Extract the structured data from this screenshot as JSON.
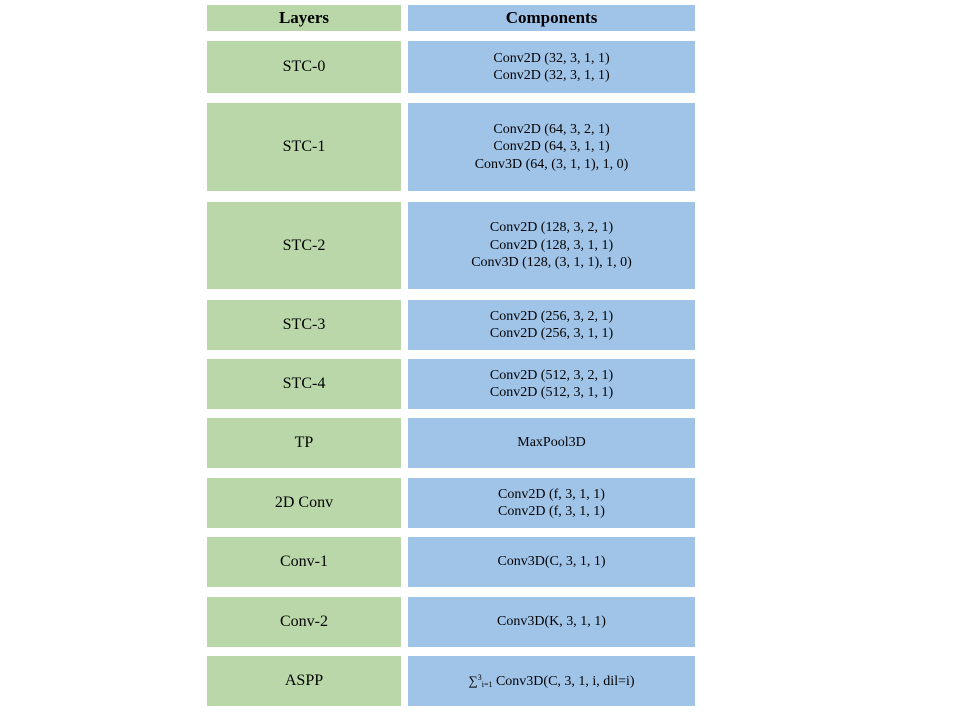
{
  "header": {
    "layers": "Layers",
    "components": "Components"
  },
  "rows": [
    {
      "layer": "STC-0",
      "components": [
        "Conv2D (32, 3, 1, 1)",
        "Conv2D (32, 3, 1, 1)"
      ]
    },
    {
      "layer": "STC-1",
      "components": [
        "Conv2D (64, 3, 2, 1)",
        "Conv2D (64, 3, 1, 1)",
        "Conv3D (64, (3, 1, 1), 1, 0)"
      ]
    },
    {
      "layer": "STC-2",
      "components": [
        "Conv2D (128, 3, 2, 1)",
        "Conv2D (128, 3, 1, 1)",
        "Conv3D (128, (3, 1, 1), 1, 0)"
      ]
    },
    {
      "layer": "STC-3",
      "components": [
        "Conv2D (256, 3, 2, 1)",
        "Conv2D (256, 3, 1, 1)"
      ]
    },
    {
      "layer": "STC-4",
      "components": [
        "Conv2D (512, 3, 2, 1)",
        "Conv2D (512, 3, 1, 1)"
      ]
    },
    {
      "layer": "TP",
      "components": [
        "MaxPool3D"
      ]
    },
    {
      "layer": "2D Conv",
      "components": [
        "Conv2D (f, 3, 1, 1)",
        "Conv2D (f, 3, 1, 1)"
      ]
    },
    {
      "layer": "Conv-1",
      "components": [
        "Conv3D(C, 3, 1, 1)"
      ]
    },
    {
      "layer": "Conv-2",
      "components": [
        "Conv3D(K, 3, 1, 1)"
      ]
    },
    {
      "layer": "ASPP",
      "components": []
    }
  ],
  "aspp_formula": {
    "sum_symbol": "∑",
    "superscript": "3",
    "subscript": "i=1",
    "expression": " Conv3D(C, 3, 1, i, dil=i)"
  },
  "colors": {
    "layers_fill": "#b9d7a8",
    "components_fill": "#a0c3e8"
  }
}
